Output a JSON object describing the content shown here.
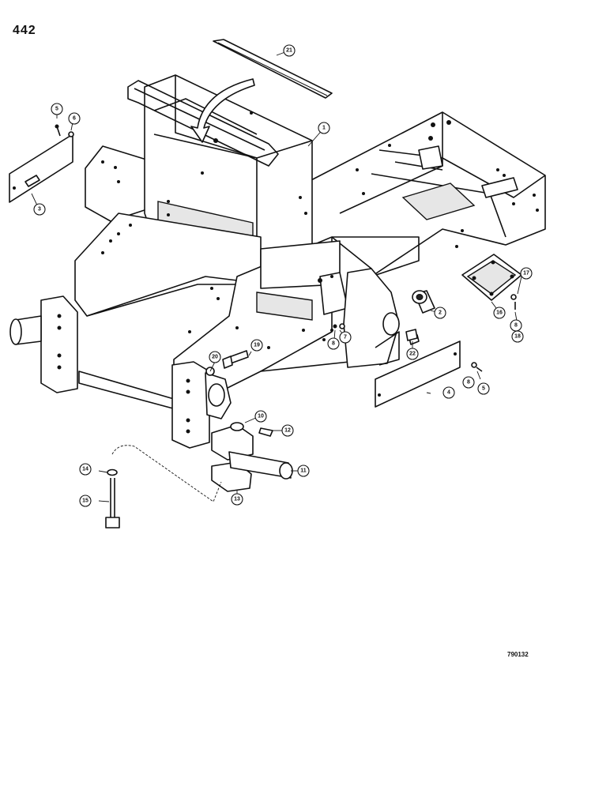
{
  "page_number": "442",
  "figure_code": "790132",
  "callouts": [
    {
      "id": "c1",
      "label": "1"
    },
    {
      "id": "c2",
      "label": "2"
    },
    {
      "id": "c3",
      "label": "3"
    },
    {
      "id": "c4",
      "label": "4"
    },
    {
      "id": "c5a",
      "label": "5"
    },
    {
      "id": "c5b",
      "label": "5"
    },
    {
      "id": "c6",
      "label": "6"
    },
    {
      "id": "c7",
      "label": "7"
    },
    {
      "id": "c8a",
      "label": "8"
    },
    {
      "id": "c8b",
      "label": "8"
    },
    {
      "id": "c8c",
      "label": "8"
    },
    {
      "id": "c10",
      "label": "10"
    },
    {
      "id": "c11",
      "label": "11"
    },
    {
      "id": "c12",
      "label": "12"
    },
    {
      "id": "c13",
      "label": "13"
    },
    {
      "id": "c14",
      "label": "14"
    },
    {
      "id": "c15",
      "label": "15"
    },
    {
      "id": "c16",
      "label": "16"
    },
    {
      "id": "c17",
      "label": "17"
    },
    {
      "id": "c18",
      "label": "18"
    },
    {
      "id": "c19",
      "label": "19"
    },
    {
      "id": "c20",
      "label": "20"
    },
    {
      "id": "c21",
      "label": "21"
    },
    {
      "id": "c22",
      "label": "22"
    }
  ]
}
